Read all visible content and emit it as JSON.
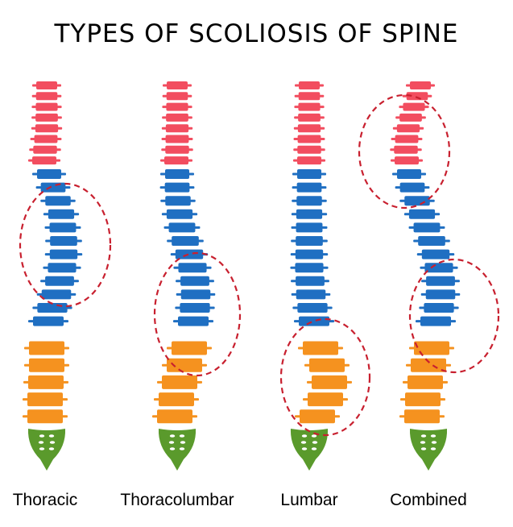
{
  "title": "TYPES OF SCOLIOSIS OF SPINE",
  "colors": {
    "cervical": "#f24d5f",
    "thoracic": "#1f6fc2",
    "lumbar": "#f5921f",
    "sacrum": "#5a9a2c",
    "curve_outline": "#c8202f",
    "sacrum_holes": "#ffffff"
  },
  "spines": [
    {
      "label": "Thoracic"
    },
    {
      "label": "Thoracolumbar"
    },
    {
      "label": "Lumbar"
    },
    {
      "label": "Combined"
    }
  ]
}
